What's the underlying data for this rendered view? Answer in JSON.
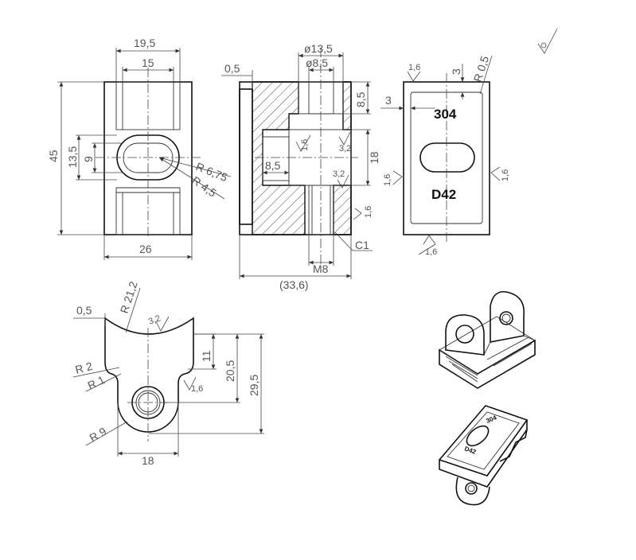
{
  "front_view": {
    "dim_top_outer": "19,5",
    "dim_top_inner": "15",
    "dim_height": "45",
    "dim_slot_height": "13,5",
    "dim_slot_width": "9",
    "dim_radius_outer": "R 6,75",
    "dim_radius_inner": "R 4,5",
    "dim_base": "26"
  },
  "section_view": {
    "dim_wall": "0,5",
    "dim_bore_outer": "ø13,5",
    "dim_bore_inner": "ø8,5",
    "dim_counterbore_depth": "8,5",
    "dim_slot_depth": "8,5",
    "dim_slot_height": "18",
    "roughness_a": "1,6",
    "roughness_b": "3,2",
    "roughness_c": "3,2",
    "roughness_d": "1,6",
    "dim_thread": "M8",
    "dim_chamfer": "C1",
    "dim_total_width": "(33,6)"
  },
  "side_view": {
    "roughness_top": "1,6",
    "dim_offset_top": "3",
    "dim_corner_radius": "R 0,5",
    "dim_offset_left": "3",
    "label_top": "304",
    "label_bottom": "D42",
    "roughness_left": "1,6",
    "roughness_right": "1,6",
    "roughness_bottom": "1,6"
  },
  "bottom_view": {
    "dim_wall": "0,5",
    "dim_arc_radius": "R 21,2",
    "roughness_top": "3,2",
    "dim_r2": "R 2",
    "dim_r1": "R 1",
    "dim_11": "11",
    "dim_20_5": "20,5",
    "dim_29_5": "29,5",
    "roughness_side": "1,6",
    "dim_r9": "R 9",
    "dim_18": "18"
  },
  "iso_upper": {
    "label_top": "",
    "label_bottom": ""
  },
  "iso_lower": {
    "label_top": "304",
    "label_bottom": "D42"
  }
}
